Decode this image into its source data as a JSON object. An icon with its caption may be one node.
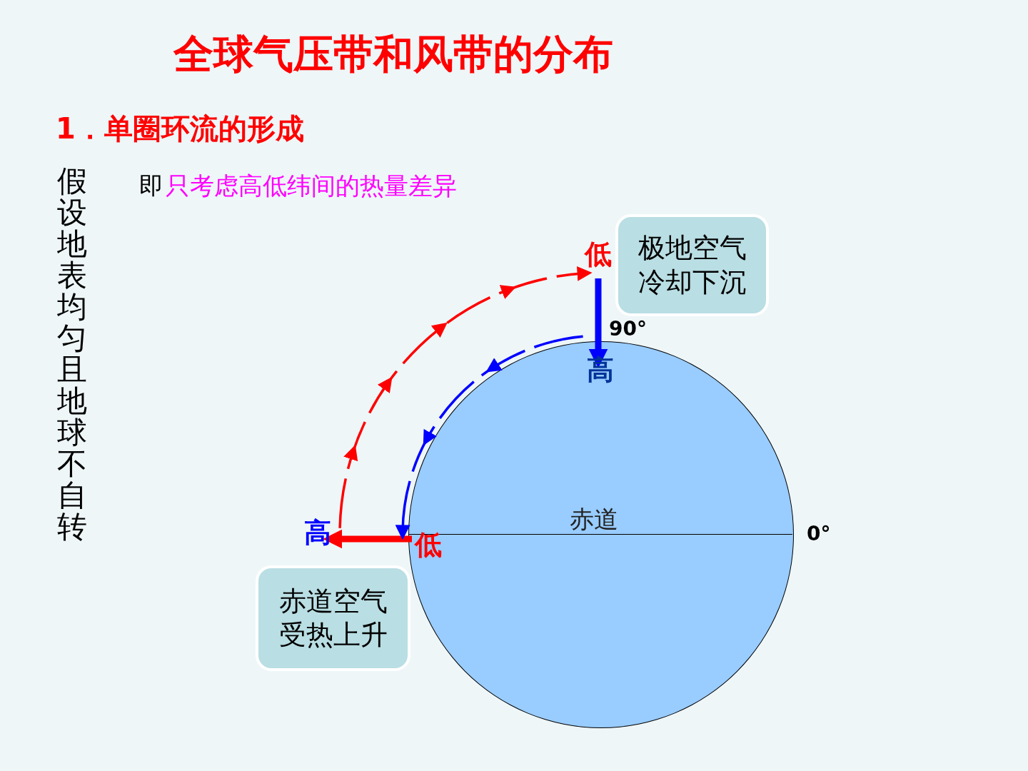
{
  "diagram": {
    "title": "全球气压带和风带的分布",
    "nodes": [
      {
        "text": [
          "赤道"
        ]
      },
      {
        "text": [
          "低"
        ]
      },
      {
        "text": [
          "高"
        ],
        "in": 0
      },
      {
        "text": [
          "低"
        ],
        "in": 0
      },
      {
        "text": [
          "高"
        ]
      },
      {
        "text": [
          "极地空气冷却下沉"
        ]
      },
      {
        "text": [
          "赤道空气受热上升"
        ]
      }
    ],
    "edges": [
      {
        "from": 3,
        "to": 4,
        "arrow": "to",
        "style": "thick",
        "color": "#ff0000"
      },
      {
        "from": 4,
        "to": 1,
        "arrow": "to",
        "style": "dashed",
        "color": "#ff0000"
      },
      {
        "from": 1,
        "to": 2,
        "arrow": "to",
        "style": "thick",
        "color": "#0000ff"
      },
      {
        "from": 2,
        "to": 3,
        "arrow": "to",
        "style": "dashed",
        "color": "#0000ff"
      }
    ],
    "labels": [
      "1．单圈环流的形成",
      "假设地表均匀且地球不自转",
      "即",
      "只考虑高低纬间的热量差异",
      "90°",
      "0°"
    ]
  }
}
